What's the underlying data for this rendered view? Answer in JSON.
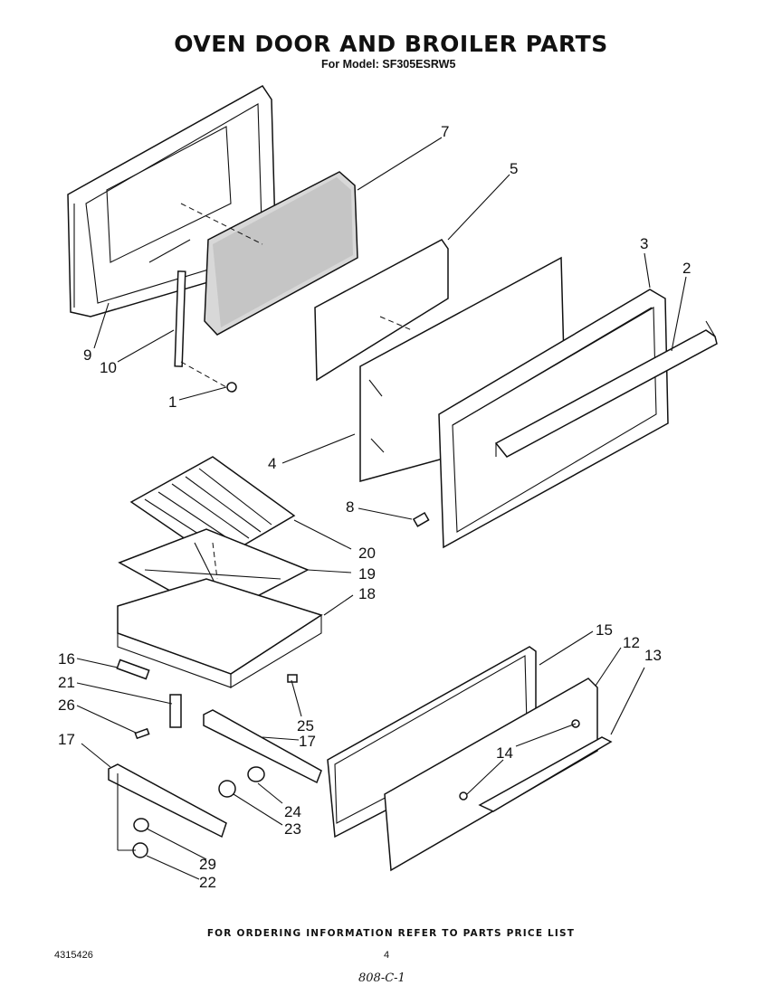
{
  "header": {
    "title": "OVEN DOOR AND BROILER PARTS",
    "subtitle": "For Model: SF305ESRW5"
  },
  "callouts": [
    "7",
    "5",
    "3",
    "2",
    "9",
    "10",
    "1",
    "4",
    "8",
    "20",
    "19",
    "18",
    "16",
    "21",
    "26",
    "25",
    "17",
    "17",
    "15",
    "12",
    "13",
    "14",
    "24",
    "23",
    "29",
    "22"
  ],
  "footer": {
    "ordering_note": "FOR ORDERING INFORMATION REFER TO PARTS PRICE LIST",
    "doc_number": "4315426",
    "page_number": "4",
    "handwritten_note": "808-C-1"
  }
}
